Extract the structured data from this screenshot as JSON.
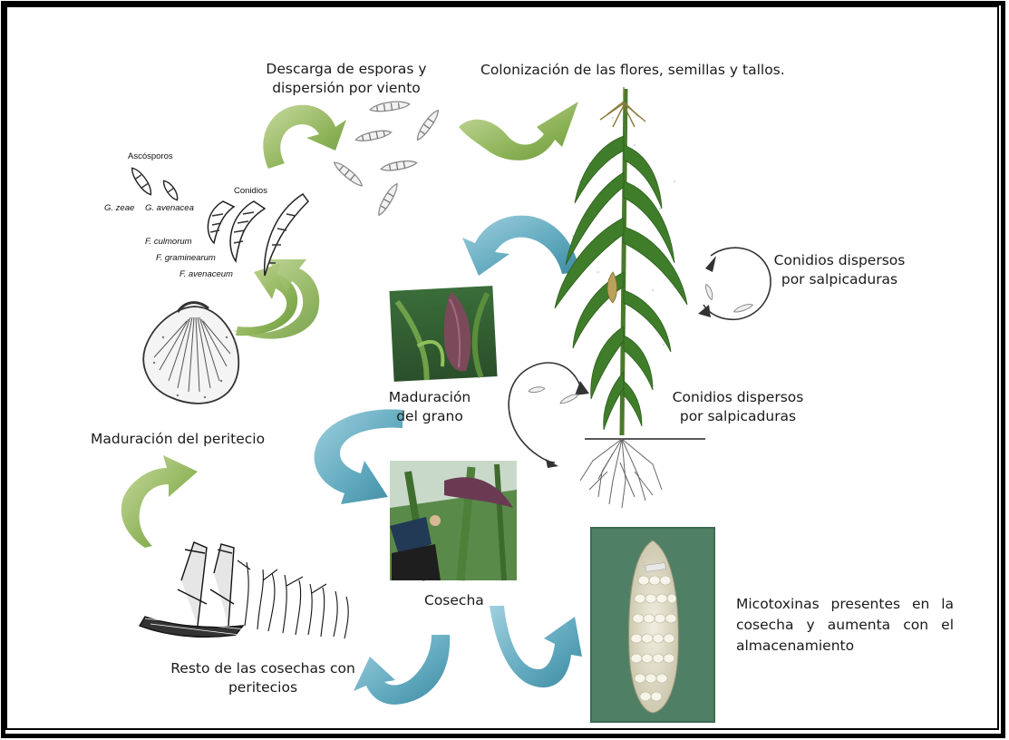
{
  "labels": {
    "descarga": "Descarga de esporas y dispersión por viento",
    "colonizacion": "Colonización de las flores, semillas y tallos.",
    "conidios_1": "Conidios dispersos por salpicaduras",
    "conidios_2": "Conidios dispersos por salpicaduras",
    "maduracion_grano": "Maduración del grano",
    "maduracion_peritecio": "Maduración del peritecio",
    "cosecha": "Cosecha",
    "resto": "Resto de las cosechas con peritecios",
    "micotoxinas": "Micotoxinas presentes en la cosecha y aumenta con el almacenamiento"
  },
  "spores": {
    "ascosporos": "Ascósporos",
    "conidios": "Conidios",
    "g_zeae": "G. zeae",
    "g_avenacea": "G. avenacea",
    "f_culmorum": "F. culmorum",
    "f_graminearum": "F. graminearum",
    "f_avenaceum": "F. avenaceum"
  },
  "colors": {
    "green_arrow": "#8fb45a",
    "blue_arrow": "#5fa8bd",
    "plant": "#3f7d2a"
  }
}
